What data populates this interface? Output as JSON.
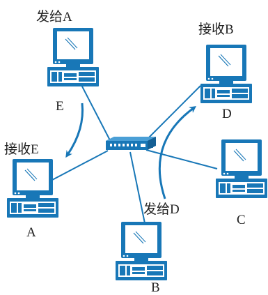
{
  "colors": {
    "primary": "#1877b7",
    "screen": "#ffffff",
    "line": "#1877b7",
    "text": "#222222"
  },
  "computers": [
    {
      "id": "E",
      "name": "E",
      "annotation": "发给A"
    },
    {
      "id": "B",
      "name": "D",
      "annotation": "接收B"
    },
    {
      "id": "A",
      "name": "A",
      "annotation": "接收E"
    },
    {
      "id": "C",
      "name": "C",
      "annotation": ""
    },
    {
      "id": "D",
      "name": "B",
      "annotation": "发给D"
    }
  ],
  "hub": {
    "icon": "network-switch-icon"
  }
}
